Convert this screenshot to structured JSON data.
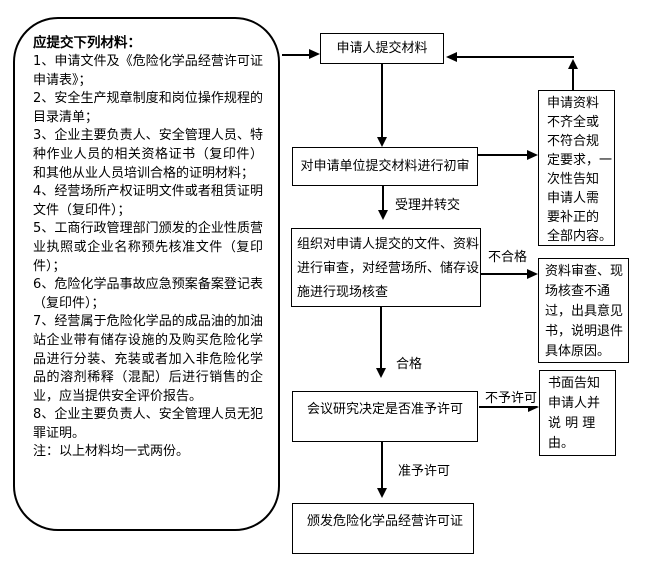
{
  "left_panel": {
    "title": "应提交下列材料：",
    "items": [
      "1、申请文件及《危险化学品经营许可证申请表》；",
      "2、安全生产规章制度和岗位操作规程的目录清单；",
      "3、企业主要负责人、安全管理人员、特种作业人员的相关资格证书（复印件）和其他从业人员培训合格的证明材料；",
      "4、经营场所产权证明文件或者租赁证明文件（复印件）；",
      "5、工商行政管理部门颁发的企业性质营业执照或企业名称预先核准文件（复印件）；",
      "6、危险化学品事故应急预案备案登记表（复印件）；",
      "7、经营属于危险化学品的成品油的加油站企业带有储存设施的及购买危险化学品进行分装、充装或者加入非危险化学品的溶剂稀释（混配）后进行销售的企业，应当提供安全评价报告。",
      "8、企业主要负责人、安全管理人员无犯罪证明。",
      "注：以上材料均一式两份。"
    ]
  },
  "flow": {
    "submit": "申请人提交材料",
    "initial_review": "对申请单位提交材料进行初审",
    "organize_review": "组织对申请人提交的文件、资料\n进行审查，对经营场所、储存设\n施进行现场核查",
    "decision": "会议研究决定是否准予许可",
    "issue": "颁发危险化学品经营许可证",
    "incomplete_notice": "申请资料\n不齐全或\n不符合规\n定要求，一\n次性告知\n申请人需\n要补正的\n全部内容。",
    "fail_notice": "资料审查、现\n场核查不通\n过，出具意见\n书，说明退件\n具体原因。",
    "deny_notice": "书面告知\n申请人并\n说 明 理\n由。",
    "labels": {
      "accept_transfer": "受理并转交",
      "qualified": "合格",
      "unqualified": "不合格",
      "grant": "准予许可",
      "deny": "不予许可"
    }
  },
  "colors": {
    "line": "#000000",
    "background": "#ffffff"
  }
}
